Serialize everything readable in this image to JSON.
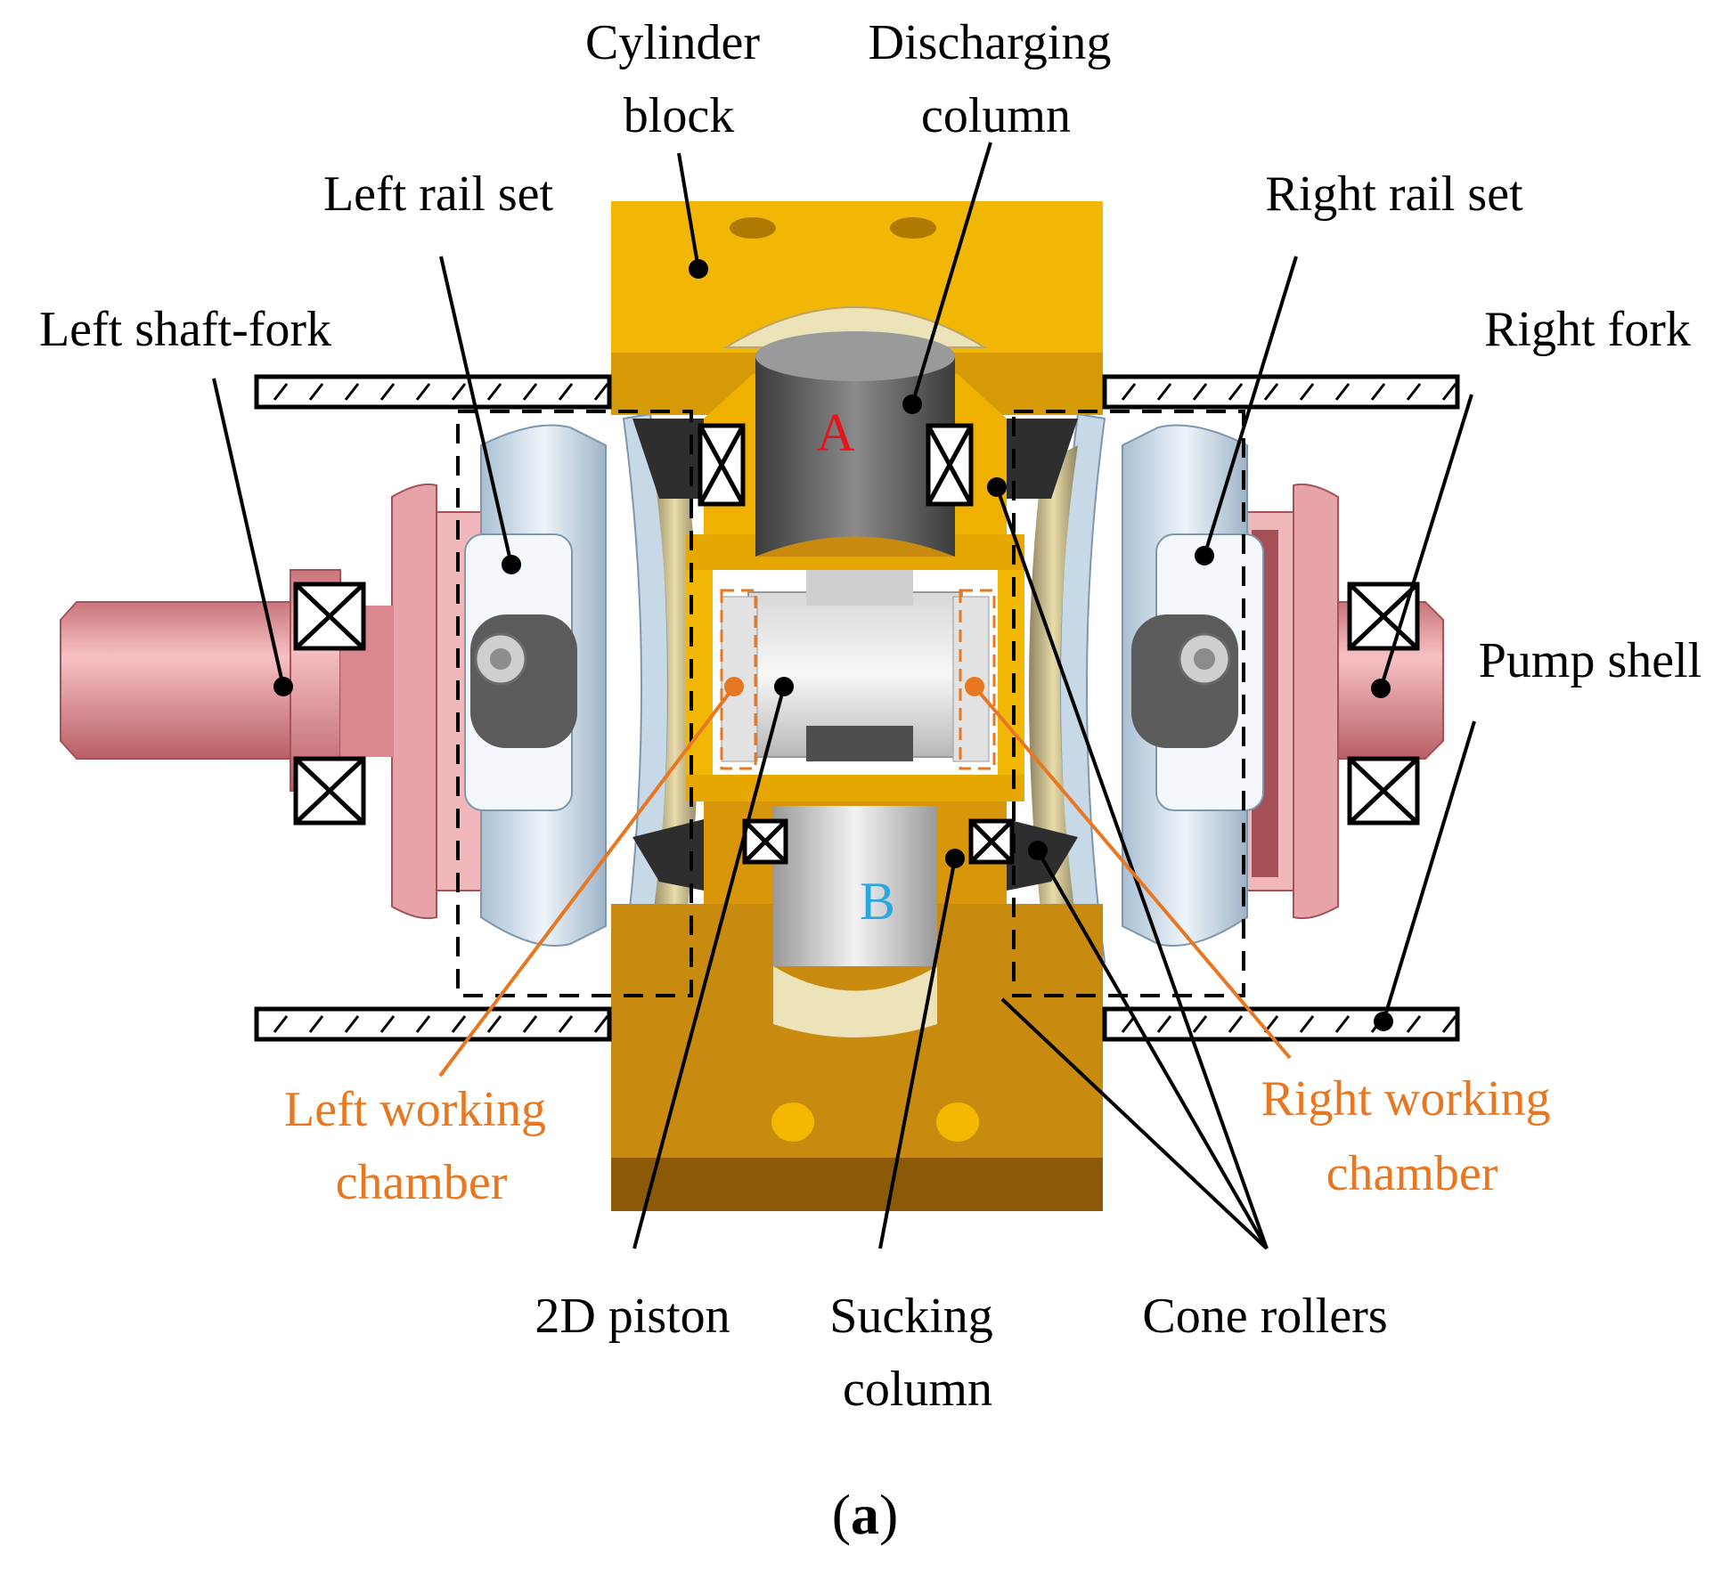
{
  "labels": {
    "cylinder_block": [
      "Cylinder",
      "block"
    ],
    "discharging_column": [
      "Discharging",
      "column"
    ],
    "left_rail_set": "Left rail set",
    "right_rail_set": "Right rail set",
    "left_shaft_fork": "Left shaft-fork",
    "right_fork": "Right fork",
    "pump_shell": "Pump shell",
    "port_a": "A",
    "port_b": "B",
    "left_working_chamber": [
      "Left working",
      "chamber"
    ],
    "right_working_chamber": [
      "Right working",
      "chamber"
    ],
    "piston_2d": "2D piston",
    "sucking_column": [
      "Sucking",
      "column"
    ],
    "cone_rollers": "Cone rollers"
  },
  "caption": {
    "open": "(",
    "letter": "a",
    "close": ")"
  },
  "colors": {
    "label_text": "#000000",
    "chamber_text": "#e87722",
    "port_a": "#e8141c",
    "port_b": "#29a8e0",
    "cylinder_block": "#f2b705",
    "cylinder_block_dark": "#c98a10",
    "shaft_fork": "#e8959a",
    "rail_set": "#c9d9e8",
    "piston": "#e0e0e0",
    "column": "#5a5a5a"
  }
}
